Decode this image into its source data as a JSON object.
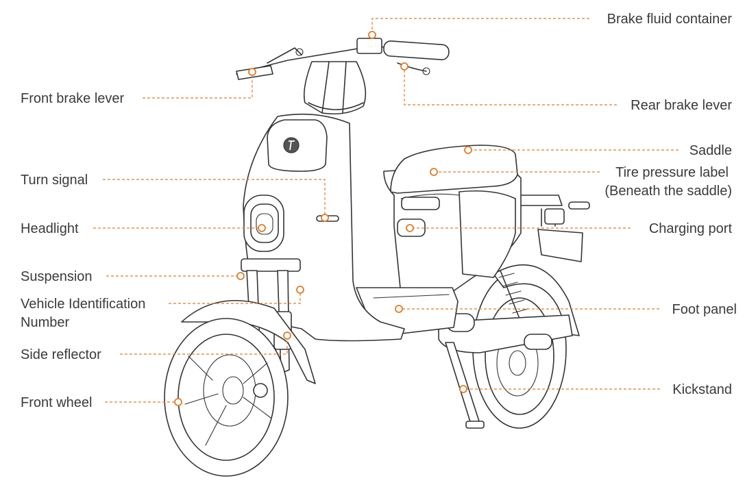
{
  "accent_color": "#e07b24",
  "line_color": "#333333",
  "labels": {
    "brake_fluid_container": "Brake fluid container",
    "front_brake_lever": "Front brake lever",
    "rear_brake_lever": "Rear brake lever",
    "saddle": "Saddle",
    "tire_pressure_label_1": "Tire pressure label",
    "tire_pressure_label_2": "(Beneath the saddle)",
    "turn_signal": "Turn signal",
    "headlight": "Headlight",
    "charging_port": "Charging port",
    "suspension": "Suspension",
    "vin_1": "Vehicle Identification",
    "vin_2": "Number",
    "foot_panel": "Foot panel",
    "side_reflector": "Side reflector",
    "kickstand": "Kickstand",
    "front_wheel": "Front wheel"
  },
  "icons": {
    "logo": "brand-logo-icon"
  }
}
